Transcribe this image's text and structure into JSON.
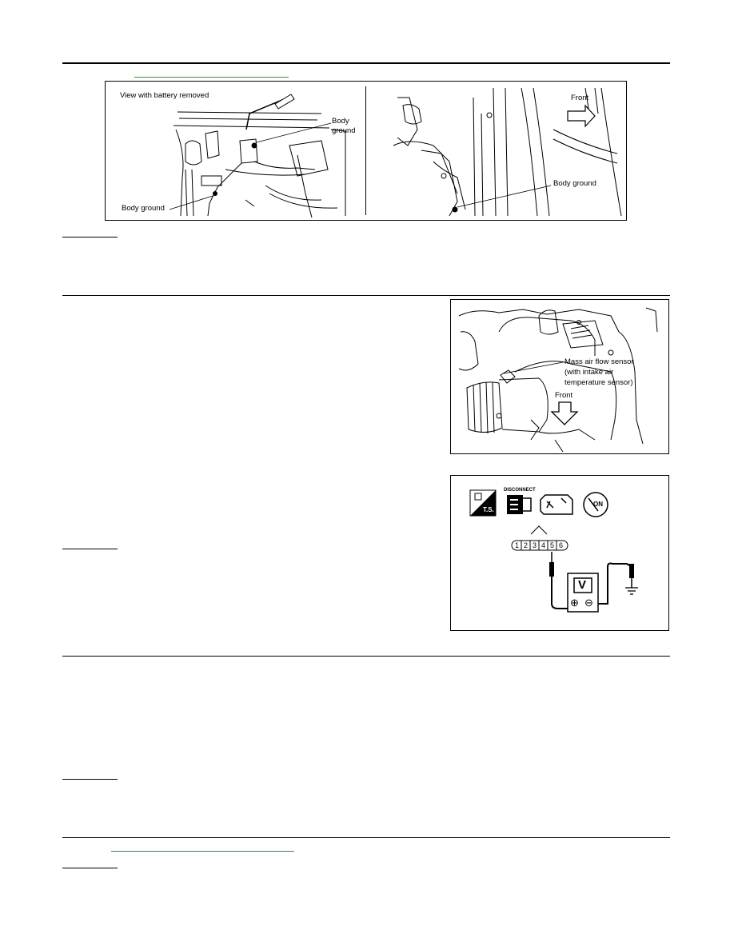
{
  "figure_ground": {
    "left_panel": {
      "caption": "View with battery removed",
      "callout_1_line1": "Body",
      "callout_1_line2": "ground",
      "callout_2": "Body ground"
    },
    "right_panel": {
      "direction_label": "Front",
      "callout": "Body ground"
    }
  },
  "figure_maf": {
    "callout_line1": "Mass air flow sensor",
    "callout_line2": "(with intake air",
    "callout_line3": "temperature sensor)",
    "direction_label": "Front"
  },
  "figure_harness": {
    "disconnect_label": "DISCONNECT",
    "ts_label": "T.S.",
    "ignition_label": "ON",
    "pins": [
      "1",
      "2",
      "3",
      "4",
      "5",
      "6"
    ],
    "meter_label": "V",
    "plus_symbol": "⊕",
    "minus_symbol": "⊖"
  }
}
